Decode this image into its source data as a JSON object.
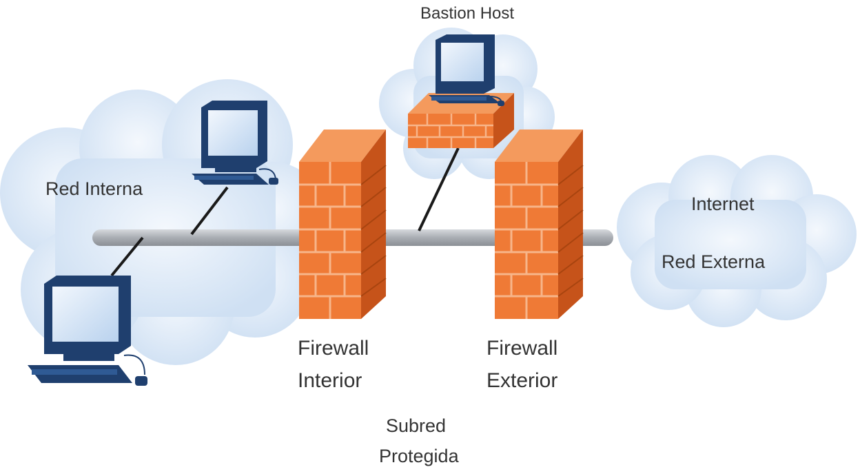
{
  "labels": {
    "bastion_host": "Bastion Host",
    "internal_network": "Red Interna",
    "internet": "Internet",
    "external_network": "Red Externa",
    "interior_firewall_line1": "Firewall",
    "interior_firewall_line2": "Interior",
    "exterior_firewall_line1": "Firewall",
    "exterior_firewall_line2": "Exterior",
    "protected_subnet_line1": "Subred",
    "protected_subnet_line2": "Protegida"
  },
  "colors": {
    "cloud": "#dce9f6",
    "cloud_edge": "#c4d7ec",
    "brick": "#ef7a36",
    "brick_dark": "#c6531a",
    "mortar": "#f7b58a",
    "monitor_frame": "#1f3f6e",
    "monitor_screen": "#d6e6f8",
    "cable": "#1a1a1a",
    "pipe": "#a9adb3"
  },
  "icons": [
    "internal-cloud",
    "external-cloud",
    "bastion-cloud",
    "firewall-brick-wall",
    "desktop-computer-icon",
    "network-backbone-pipe"
  ]
}
